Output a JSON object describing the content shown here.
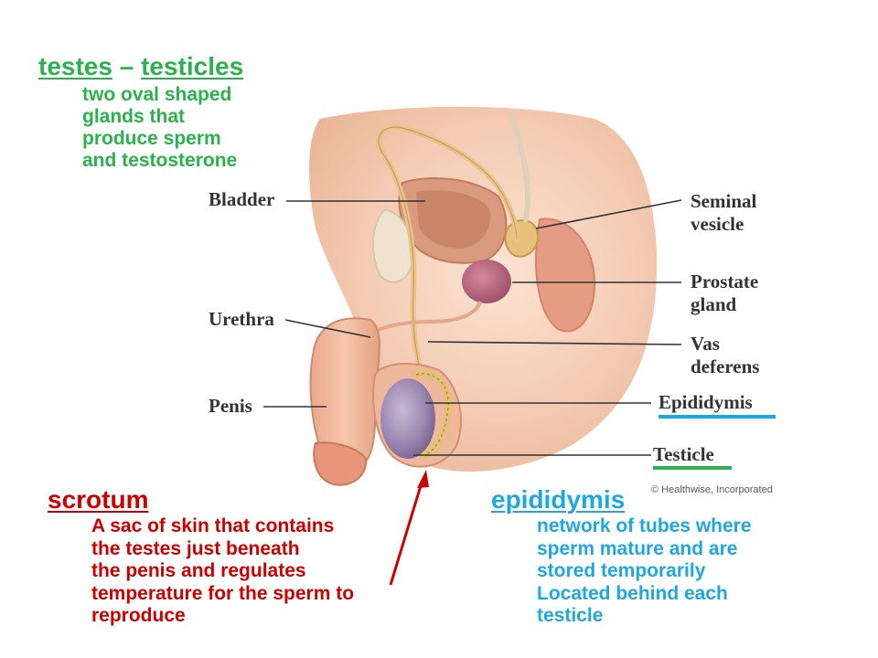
{
  "testes": {
    "term": "testes",
    "dash": " – ",
    "synonym": "testicles",
    "desc_lines": [
      "two oval shaped",
      "glands that",
      "produce sperm",
      "and testosterone"
    ]
  },
  "scrotum": {
    "term": "scrotum",
    "desc_lines": [
      "A sac of skin that contains",
      "the testes just beneath",
      "the penis and regulates",
      "temperature for the sperm to",
      "reproduce"
    ]
  },
  "epididymis": {
    "term": "epididymis",
    "desc_lines": [
      "network of tubes where",
      "sperm mature and are",
      "stored temporarily",
      "Located behind each",
      "testicle"
    ]
  },
  "diagram": {
    "labels": {
      "bladder": "Bladder",
      "urethra": "Urethra",
      "penis": "Penis",
      "seminal_1": "Seminal",
      "seminal_2": "vesicle",
      "prostate_1": "Prostate",
      "prostate_2": "gland",
      "vas_1": "Vas",
      "vas_2": "deferens",
      "epididymis": "Epididymis",
      "testicle": "Testicle"
    },
    "credit": "© Healthwise, Incorporated"
  },
  "colors": {
    "green": "#2bb24c",
    "red": "#cc0000",
    "blue": "#1ea7e1",
    "skin": "#f2c9b0",
    "skin_dark": "#e0a98c"
  }
}
